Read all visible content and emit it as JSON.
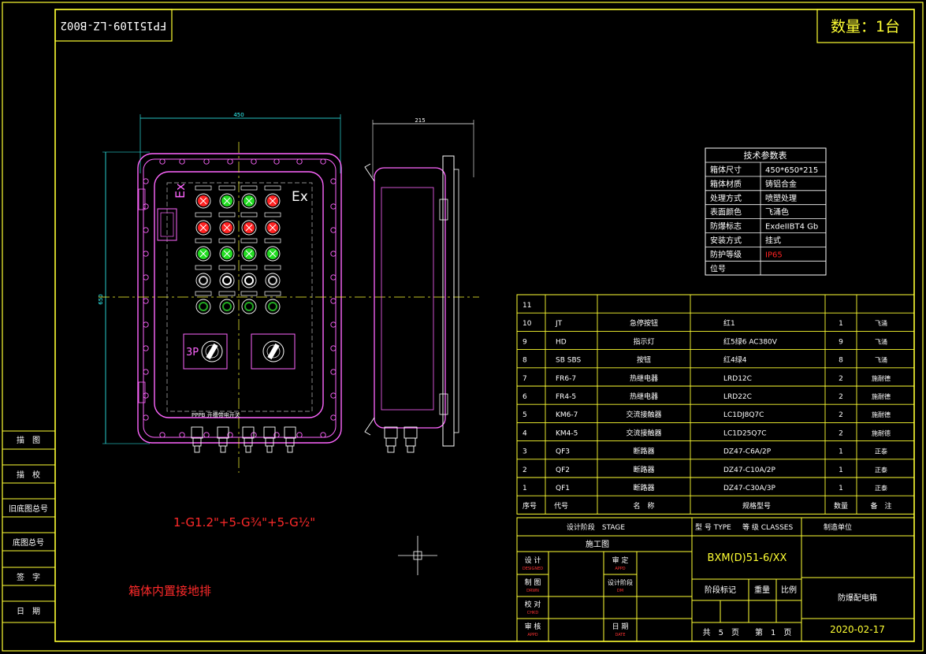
{
  "drawing": {
    "code_mirrored": "FP151109-LZ-B002",
    "quantity_label": "数量：1台",
    "dimensions": {
      "front_width": "450",
      "side_width": "215",
      "height": "650"
    },
    "ex_mark": "Ex",
    "switch_label_3p": "3P",
    "bottom_strip_label": "PPPB  开槽带电开关",
    "gland_note": "1-G1.2\"+5-G¾\"+5-G½\"",
    "ground_note": "箱体内置接地排"
  },
  "left_column": [
    "描　图",
    "描　校",
    "旧底图总号",
    "底图总号",
    "签　字",
    "日　期"
  ],
  "tech_params": {
    "title": "技术参数表",
    "rows": [
      {
        "label": "箱体尺寸",
        "value": "450*650*215"
      },
      {
        "label": "箱体材质",
        "value": "铸铝合金"
      },
      {
        "label": "处理方式",
        "value": "喷塑处理"
      },
      {
        "label": "表面颜色",
        "value": "飞涌色"
      },
      {
        "label": "防爆标志",
        "value": "ExdeIIBT4 Gb"
      },
      {
        "label": "安装方式",
        "value": "挂式"
      },
      {
        "label": "防护等级",
        "value": "IP65",
        "highlight": true
      },
      {
        "label": "位号",
        "value": ""
      }
    ]
  },
  "bom": {
    "headers": [
      "序号",
      "代号",
      "名　称",
      "规格型号",
      "数量",
      "备　注"
    ],
    "rows": [
      {
        "no": "11",
        "code": "",
        "name": "",
        "spec": "",
        "qty": "",
        "note": ""
      },
      {
        "no": "10",
        "code": "JT",
        "name": "急停按钮",
        "spec": "红1",
        "qty": "1",
        "note": "飞涌"
      },
      {
        "no": "9",
        "code": "HD",
        "name": "指示灯",
        "spec": "红5绿6 AC380V",
        "qty": "9",
        "note": "飞涌"
      },
      {
        "no": "8",
        "code": "SB SBS",
        "name": "按钮",
        "spec": "红4绿4",
        "qty": "8",
        "note": "飞涌"
      },
      {
        "no": "7",
        "code": "FR6-7",
        "name": "热继电器",
        "spec": "LRD12C",
        "qty": "2",
        "note": "施耐德"
      },
      {
        "no": "6",
        "code": "FR4-5",
        "name": "热继电器",
        "spec": "LRD22C",
        "qty": "2",
        "note": "施耐德"
      },
      {
        "no": "5",
        "code": "KM6-7",
        "name": "交流接触器",
        "spec": "LC1DJ8Q7C",
        "qty": "2",
        "note": "施耐德"
      },
      {
        "no": "4",
        "code": "KM4-5",
        "name": "交流接触器",
        "spec": "LC1D25Q7C",
        "qty": "2",
        "note": "施耐德"
      },
      {
        "no": "3",
        "code": "QF3",
        "name": "断路器",
        "spec": "DZ47-C6A/2P",
        "qty": "1",
        "note": "正泰"
      },
      {
        "no": "2",
        "code": "QF2",
        "name": "断路器",
        "spec": "DZ47-C10A/2P",
        "qty": "1",
        "note": "正泰"
      },
      {
        "no": "1",
        "code": "QF1",
        "name": "断路器",
        "spec": "DZ47-C30A/3P",
        "qty": "1",
        "note": "正泰"
      }
    ]
  },
  "title_block": {
    "stage": "设计阶段　STAGE",
    "type": "型 号 TYPE",
    "classes": "等 级 CLASSES",
    "maker": "制造单位",
    "construction": "施工图",
    "model": "BXM(D)51-6/XX",
    "designed": "设 计",
    "designed_en": "DESIGNED",
    "checked_by": "审 定",
    "checked_by_en": "APPD",
    "drawn": "制 图",
    "drawn_en": "DRWN",
    "design_stage": "设计阶段",
    "design_stage_en": "DM",
    "checked": "校 对",
    "checked_en": "CHKD",
    "approved": "审 核",
    "approved_en": "APPD",
    "date": "日 期",
    "date_en": "DATE",
    "stage_mark": "阶段标记",
    "weight": "重量",
    "scale": "比例",
    "product": "防爆配电箱",
    "sheets": "共　5　页　　第　1　页",
    "date_value": "2020-02-17"
  }
}
